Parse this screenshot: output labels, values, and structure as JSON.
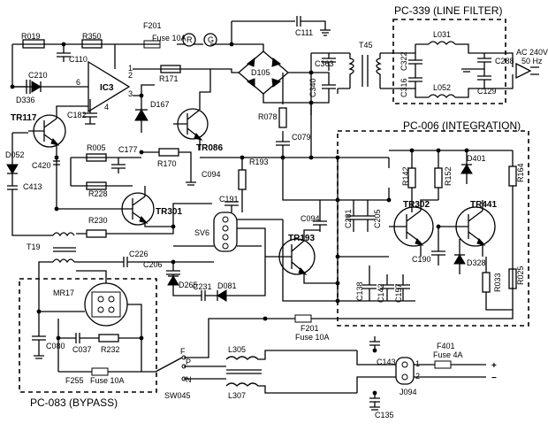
{
  "boxes": {
    "line_filter": "PC-339 (LINE FILTER)",
    "integration": "PC-006 (INTEGRATION)",
    "bypass": "PC-083 (BYPASS)"
  },
  "components": {
    "R019": "R019",
    "R350": "R350",
    "F201_top": "F201",
    "fuse_top": "Fuse 10A",
    "R": "R",
    "G": "G",
    "C111": "C111",
    "T45": "T45",
    "L031": "L031",
    "L052": "L052",
    "C322": "C322",
    "C316": "C316",
    "C288": "C288",
    "C129": "C129",
    "ac_in": "AC 240V",
    "ac_hz": "50 Hz",
    "C110": "C110",
    "C210": "C210",
    "D336": "D336",
    "IC3": "IC3",
    "pin1": "1",
    "pin2": "2",
    "pin3": "3",
    "pin4": "4",
    "pin6": "6",
    "R171": "R171",
    "D105": "D105",
    "C363": "C363",
    "C340": "C340",
    "TR117": "TR117",
    "C182": "C182",
    "D167": "D167",
    "TR086": "TR086",
    "R078": "R078",
    "C079": "C079",
    "R005": "R005",
    "C177": "C177",
    "D052": "D052",
    "C420": "C420",
    "R170": "R170",
    "C094a": "C094",
    "R193": "R193",
    "R142": "R142",
    "R152": "R152",
    "D401": "D401",
    "R164": "R164",
    "C413": "C413",
    "R228": "R228",
    "TR301": "TR301",
    "C191": "C191",
    "C094b": "C094",
    "C201": "C201",
    "C205": "C205",
    "TR302": "TR302",
    "TR441": "TR441",
    "R230": "R230",
    "SV6": "SV6",
    "TR193": "TR193",
    "T19": "T19",
    "C226": "C226",
    "C206": "C206",
    "C190": "C190",
    "D328": "D328",
    "R033": "R033",
    "R025": "R025",
    "D265": "D265",
    "MR17": "MR17",
    "C231": "C231",
    "D081": "D081",
    "C138": "C138",
    "C142": "C142",
    "C157": "C157",
    "F201_mid": "F201",
    "fuse_mid": "Fuse 10A",
    "C080": "C080",
    "C037": "C037",
    "R232": "R232",
    "L305": "L305",
    "C143": "C143",
    "F401": "F401",
    "fuse_out": "Fuse 4A",
    "sw_f": "F",
    "sw_p": "P",
    "sw_n": "N",
    "plus": "+",
    "minus": "−",
    "j1": "1",
    "j2": "2",
    "F255": "F255",
    "fuse_byp": "Fuse 10A",
    "SW045": "SW045",
    "L307": "L307",
    "J094": "J094",
    "C135": "C135"
  }
}
